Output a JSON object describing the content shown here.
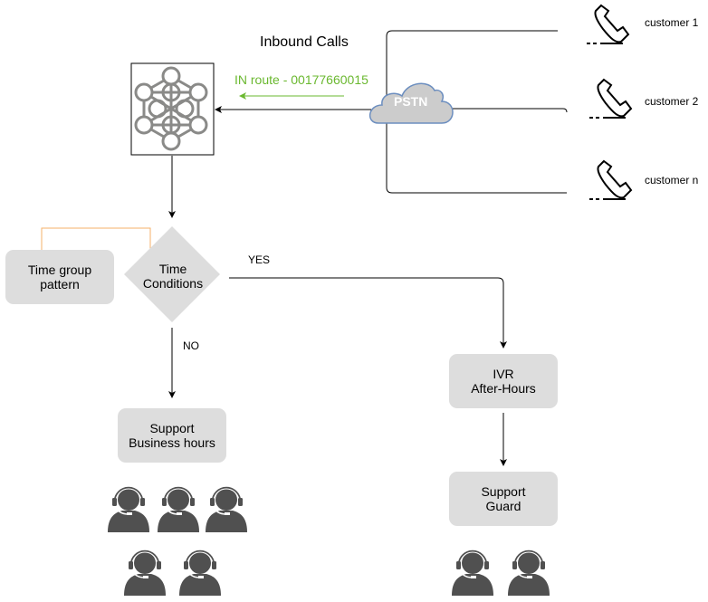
{
  "title": "Inbound Calls",
  "route_label": "IN route - 00177660015",
  "pstn_label": "PSTN",
  "customers": [
    "customer 1",
    "customer 2",
    "customer n"
  ],
  "nodes": {
    "time_group": {
      "line1": "Time group",
      "line2": "pattern"
    },
    "time_conditions": {
      "line1": "Time",
      "line2": "Conditions"
    },
    "ivr": {
      "line1": "IVR",
      "line2": "After-Hours"
    },
    "support_business": {
      "line1": "Support",
      "line2": "Business hours"
    },
    "support_guard": {
      "line1": "Support",
      "line2": "Guard"
    }
  },
  "edges": {
    "yes": "YES",
    "no": "NO"
  },
  "agents": {
    "business_hours_count": 5,
    "guard_count": 2
  },
  "colors": {
    "route_arrow": "#6ab82f",
    "link_line": "#f4b26a",
    "node_fill": "#dddddd",
    "cloud_fill": "#cccccc",
    "cloud_stroke": "#6c8ebf",
    "agent_fill": "#505050"
  }
}
